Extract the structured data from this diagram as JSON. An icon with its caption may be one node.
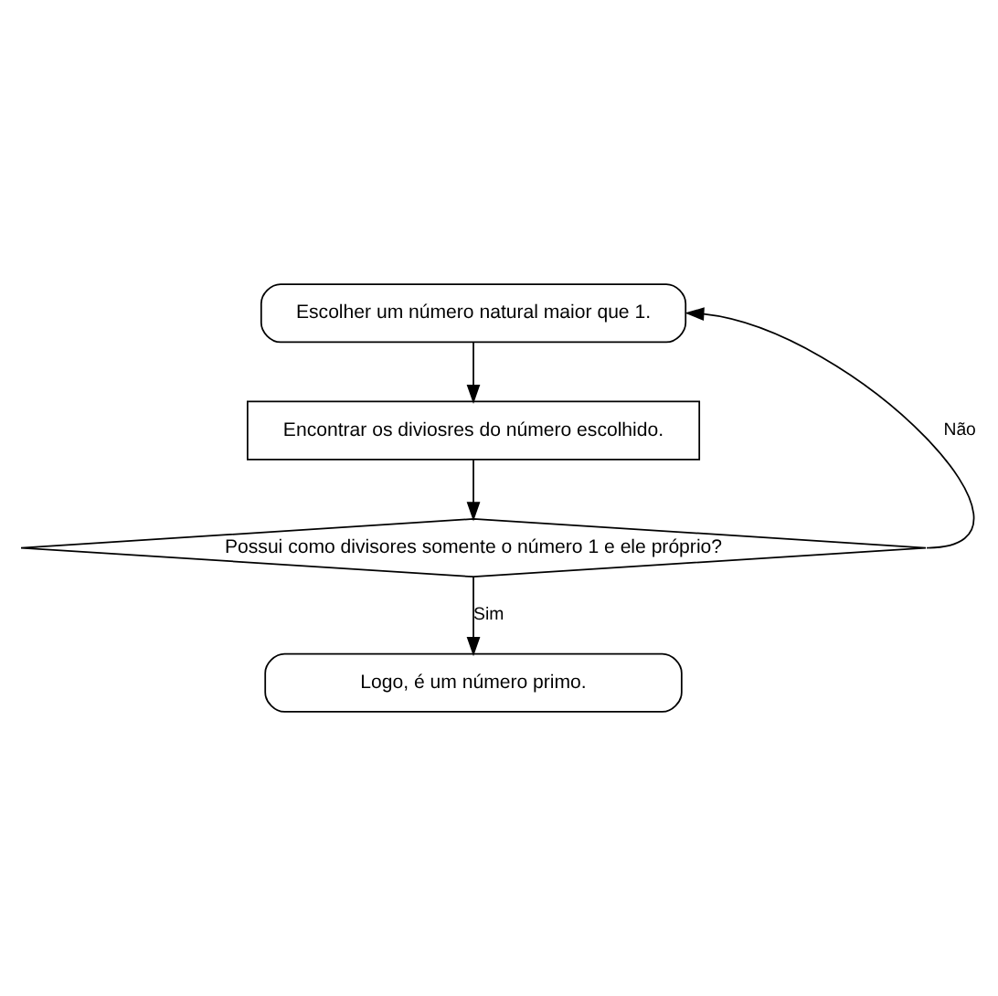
{
  "diagram": {
    "nodes": [
      {
        "text": [
          "Escolher um número natural maior que 1."
        ]
      },
      {
        "text": [
          "Encontrar os diviosres do número escolhido."
        ]
      },
      {
        "text": [
          "Possui como divisores somente o número 1 e ele próprio?"
        ]
      },
      {
        "text": [
          "Logo, é um número primo."
        ]
      }
    ],
    "edges": [
      {
        "from": 0,
        "to": 1,
        "arrow": "to"
      },
      {
        "from": 1,
        "to": 2,
        "arrow": "to"
      },
      {
        "from": 2,
        "to": 3,
        "arrow": "to",
        "label": "Sim"
      },
      {
        "from": 2,
        "to": 0,
        "arrow": "to",
        "label": "Não"
      }
    ]
  }
}
